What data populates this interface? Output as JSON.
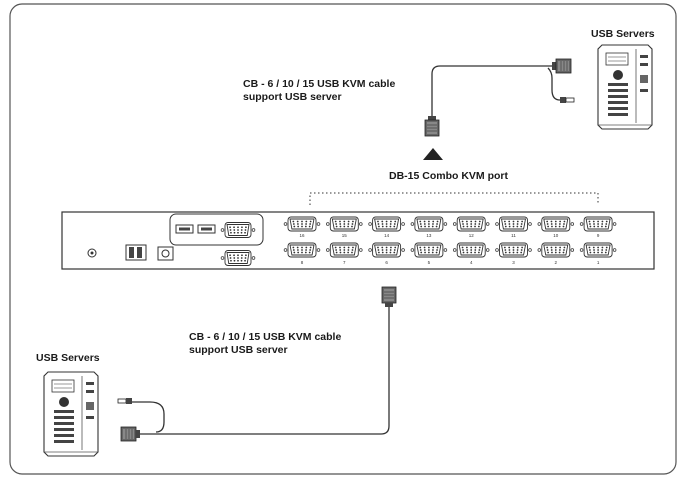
{
  "labels": {
    "usb_servers_top": "USB Servers",
    "usb_servers_bottom": "USB Servers",
    "cable_top_line1": "CB - 6 / 10 / 15 USB KVM cable",
    "cable_top_line2": "support USB server",
    "cable_bottom_line1": "CB - 6 / 10 / 15 USB KVM cable",
    "cable_bottom_line2": "support USB server",
    "port_caption": "DB-15 Combo KVM port"
  },
  "ports": {
    "top_row": [
      "16",
      "15",
      "14",
      "13",
      "12",
      "11",
      "10",
      "9"
    ],
    "bottom_row": [
      "8",
      "7",
      "6",
      "5",
      "4",
      "3",
      "2",
      "1"
    ]
  },
  "colors": {
    "line": "#333333",
    "panel_fill": "#ffffff",
    "connector_fill": "#555555",
    "border": "#555555"
  }
}
